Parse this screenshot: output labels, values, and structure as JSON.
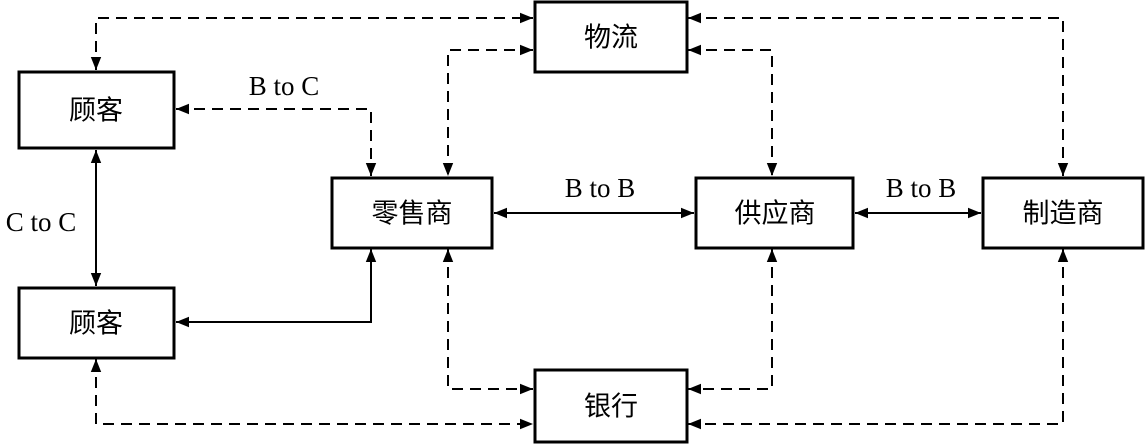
{
  "nodes": {
    "logistics": "物流",
    "customer_top": "顾客",
    "customer_bottom": "顾客",
    "retailer": "零售商",
    "supplier": "供应商",
    "manufacturer": "制造商",
    "bank": "银行"
  },
  "labels": {
    "b2c": "B to C",
    "c2c": "C to C",
    "b2b_left": "B to B",
    "b2b_right": "B to B"
  }
}
